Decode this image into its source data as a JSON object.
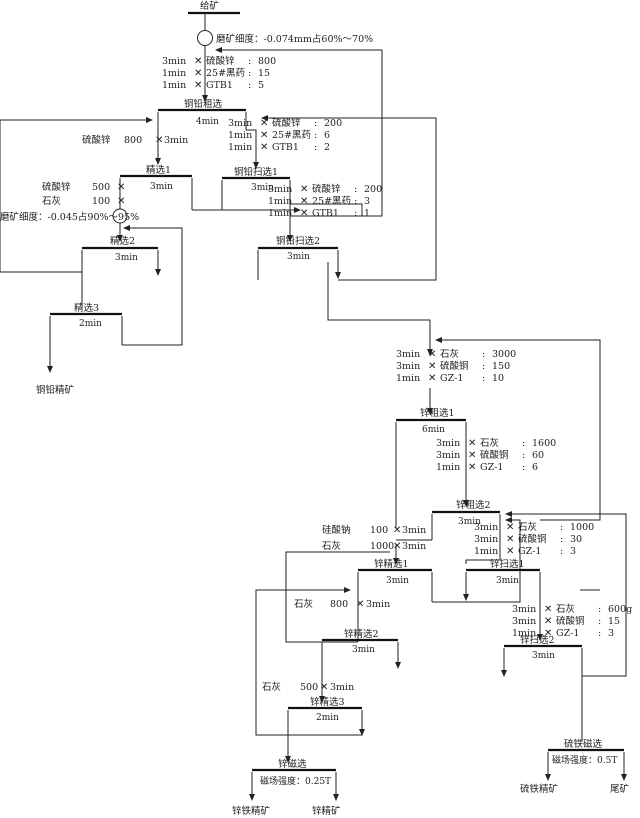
{
  "feed": "给矿",
  "grind1": "磨矿细度：-0.074mm占60%～70%",
  "grind2": "磨矿细度：-0.045占90%～95%",
  "reagent_blocks": [
    {
      "id": "cu_rough",
      "rows": [
        {
          "time": "3min",
          "name": "硫酸锌",
          "dose": "800"
        },
        {
          "time": "1min",
          "name": "25#黑药",
          "dose": "15"
        },
        {
          "time": "1min",
          "name": "GTB1",
          "dose": "5"
        }
      ]
    },
    {
      "id": "cu_scav1",
      "rows": [
        {
          "time": "3min",
          "name": "硫酸锌",
          "dose": "200"
        },
        {
          "time": "1min",
          "name": "25#黑药",
          "dose": "6"
        },
        {
          "time": "1min",
          "name": "GTB1",
          "dose": "2"
        }
      ]
    },
    {
      "id": "cu_scav2",
      "rows": [
        {
          "time": "3min",
          "name": "硫酸锌",
          "dose": "200"
        },
        {
          "time": "1min",
          "name": "25#黑药",
          "dose": "3"
        },
        {
          "time": "1min",
          "name": "GTB1",
          "dose": "1"
        }
      ]
    },
    {
      "id": "zn_rough1",
      "rows": [
        {
          "time": "3min",
          "name": "石灰",
          "dose": "3000"
        },
        {
          "time": "3min",
          "name": "硫酸铜",
          "dose": "150"
        },
        {
          "time": "1min",
          "name": "GZ-1",
          "dose": "10"
        }
      ]
    },
    {
      "id": "zn_rough2",
      "rows": [
        {
          "time": "3min",
          "name": "石灰",
          "dose": "1600"
        },
        {
          "time": "3min",
          "name": "硫酸铜",
          "dose": "60"
        },
        {
          "time": "1min",
          "name": "GZ-1",
          "dose": "6"
        }
      ]
    },
    {
      "id": "zn_scav1",
      "rows": [
        {
          "time": "3min",
          "name": "石灰",
          "dose": "1000"
        },
        {
          "time": "3min",
          "name": "硫酸铜",
          "dose": "30"
        },
        {
          "time": "1min",
          "name": "GZ-1",
          "dose": "3"
        }
      ]
    },
    {
      "id": "zn_scav2",
      "rows": [
        {
          "time": "3min",
          "name": "石灰",
          "dose": "600g"
        },
        {
          "time": "3min",
          "name": "硫酸铜",
          "dose": "15"
        },
        {
          "time": "1min",
          "name": "GZ-1",
          "dose": "3"
        }
      ]
    }
  ],
  "single_reagents": {
    "cu_clean1": {
      "name": "硫酸锌",
      "dose": "800",
      "time": "3min"
    },
    "cu_clean2_a": {
      "name": "硫酸锌",
      "dose": "500"
    },
    "cu_clean2_b": {
      "name": "石灰",
      "dose": "100"
    },
    "zn_clean1_a": {
      "name": "硅酸钠",
      "dose": "100",
      "time": "3min"
    },
    "zn_clean1_b": {
      "name": "石灰",
      "dose": "1000",
      "time": "3min"
    },
    "zn_clean2": {
      "name": "石灰",
      "dose": "800",
      "time": "3min"
    },
    "zn_clean3": {
      "name": "石灰",
      "dose": "500",
      "time": "3min"
    }
  },
  "cells": {
    "cu_rough": {
      "label": "铜铅粗选",
      "time": "4min"
    },
    "cu_clean1": {
      "label": "精选1",
      "time": "3min"
    },
    "cu_scav1": {
      "label": "铜铅扫选1",
      "time": "3min"
    },
    "cu_clean2": {
      "label": "精选2",
      "time": "3min"
    },
    "cu_scav2": {
      "label": "铜铅扫选2",
      "time": "3min"
    },
    "cu_clean3": {
      "label": "精选3",
      "time": "2min"
    },
    "zn_rough1": {
      "label": "锌粗选1",
      "time": "6min"
    },
    "zn_rough2": {
      "label": "锌粗选2",
      "time": "3min"
    },
    "zn_clean1": {
      "label": "锌精选1",
      "time": "3min"
    },
    "zn_scav1": {
      "label": "锌扫选1",
      "time": "3min"
    },
    "zn_clean2": {
      "label": "锌精选2",
      "time": "3min"
    },
    "zn_scav2": {
      "label": "锌扫选2",
      "time": "3min"
    },
    "zn_clean3": {
      "label": "锌精选3",
      "time": "2min"
    },
    "zn_mag": {
      "label": "锌磁选",
      "field": "磁场强度：0.25T"
    },
    "sulfide_mag": {
      "label": "硫铁磁选",
      "field": "磁场强度：0.5T"
    }
  },
  "products": {
    "cu_conc": "铜铅精矿",
    "zn_fe_conc": "锌铁精矿",
    "zn_conc": "锌精矿",
    "s_fe_conc": "硫铁精矿",
    "tailings": "尾矿"
  }
}
